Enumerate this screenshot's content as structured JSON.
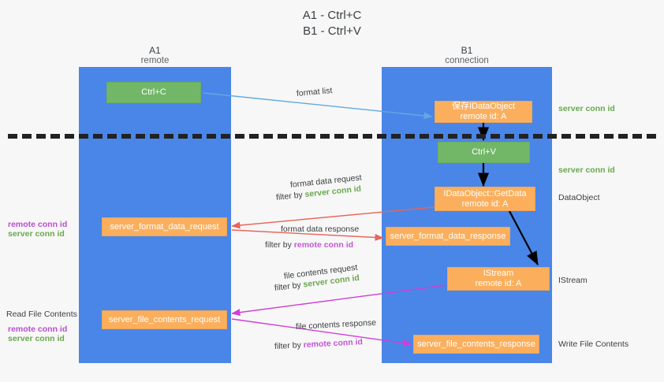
{
  "title": {
    "line1": "A1 - Ctrl+C",
    "line2": "B1 - Ctrl+V"
  },
  "columns": [
    {
      "name": "A1",
      "subtitle": "remote"
    },
    {
      "name": "B1",
      "subtitle": "connection"
    }
  ],
  "colors": {
    "lane": "#4a86e8",
    "green_box": "#72b768",
    "orange_box": "#fbaf5d",
    "server_conn_id": "#6aa84f",
    "remote_conn_id": "#c256d6",
    "red_arrow": "#e8645a",
    "magenta_arrow": "#cf3fd4",
    "blue_arrow": "#61a8e0",
    "black_arrow": "#000000",
    "background": "#f7f7f7",
    "text": "#3c4043"
  },
  "boxes": {
    "ctrl_c": {
      "line1": "Ctrl+C",
      "line2": ""
    },
    "save_idataobject": {
      "line1": "保存IDataObject",
      "line2": "remote id: A"
    },
    "ctrl_v": {
      "line1": "Ctrl+V",
      "line2": ""
    },
    "getdata": {
      "line1": "IDataObject::GetData",
      "line2": "remote id: A"
    },
    "format_data_request": {
      "line1": "server_format_data_request",
      "line2": ""
    },
    "format_data_response": {
      "line1": "server_format_data_response",
      "line2": ""
    },
    "istream": {
      "line1": "IStream",
      "line2": "remote id: A"
    },
    "file_contents_request": {
      "line1": "server_file_contents_request",
      "line2": ""
    },
    "file_contents_response": {
      "line1": "server_file_contents_response",
      "line2": ""
    }
  },
  "arrow_labels": {
    "format_list": "format list",
    "format_data_request": "format data request",
    "format_data_request_filter_prefix": "filter by ",
    "format_data_request_filter_key": "server conn id",
    "format_data_response": "format data response",
    "format_data_response_filter_prefix": "filter by ",
    "format_data_response_filter_key": "remote conn id",
    "file_contents_request": "file contents request",
    "file_contents_request_filter_prefix": "filter by ",
    "file_contents_request_filter_key": "server conn id",
    "file_contents_response": "file contents response",
    "file_contents_response_filter_prefix": "filter by ",
    "file_contents_response_filter_key": "remote conn id"
  },
  "right_annotations": [
    {
      "text": "server conn id",
      "style": "green"
    },
    {
      "text": "server conn id",
      "style": "green"
    },
    {
      "text": "DataObject",
      "style": "plain"
    },
    {
      "text": "IStream",
      "style": "plain"
    },
    {
      "text": "Write File Contents",
      "style": "plain"
    }
  ],
  "left_annotations": {
    "group1_remote": "remote conn id",
    "group1_server": "server conn id",
    "read_file_contents": "Read File Contents",
    "group2_remote": "remote conn id",
    "group2_server": "server conn id"
  }
}
